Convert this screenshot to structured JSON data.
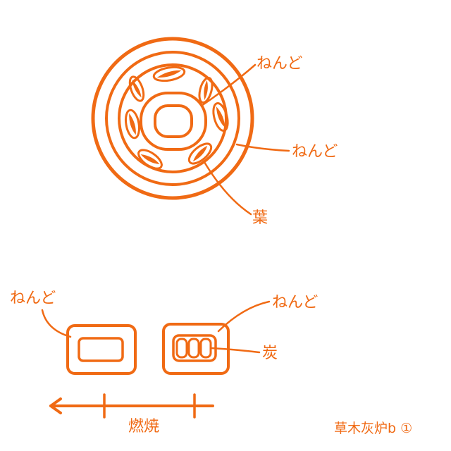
{
  "labels": {
    "top_inner_clay": "ねんど",
    "top_outer_clay": "ねんど",
    "top_leaf": "葉",
    "left_clay": "ねんど",
    "right_clay": "ねんど",
    "charcoal": "炭",
    "burning": "燃焼"
  },
  "caption": "草木灰炉b ①",
  "colors": {
    "stroke": "#f06a14",
    "background": "#ffffff"
  }
}
